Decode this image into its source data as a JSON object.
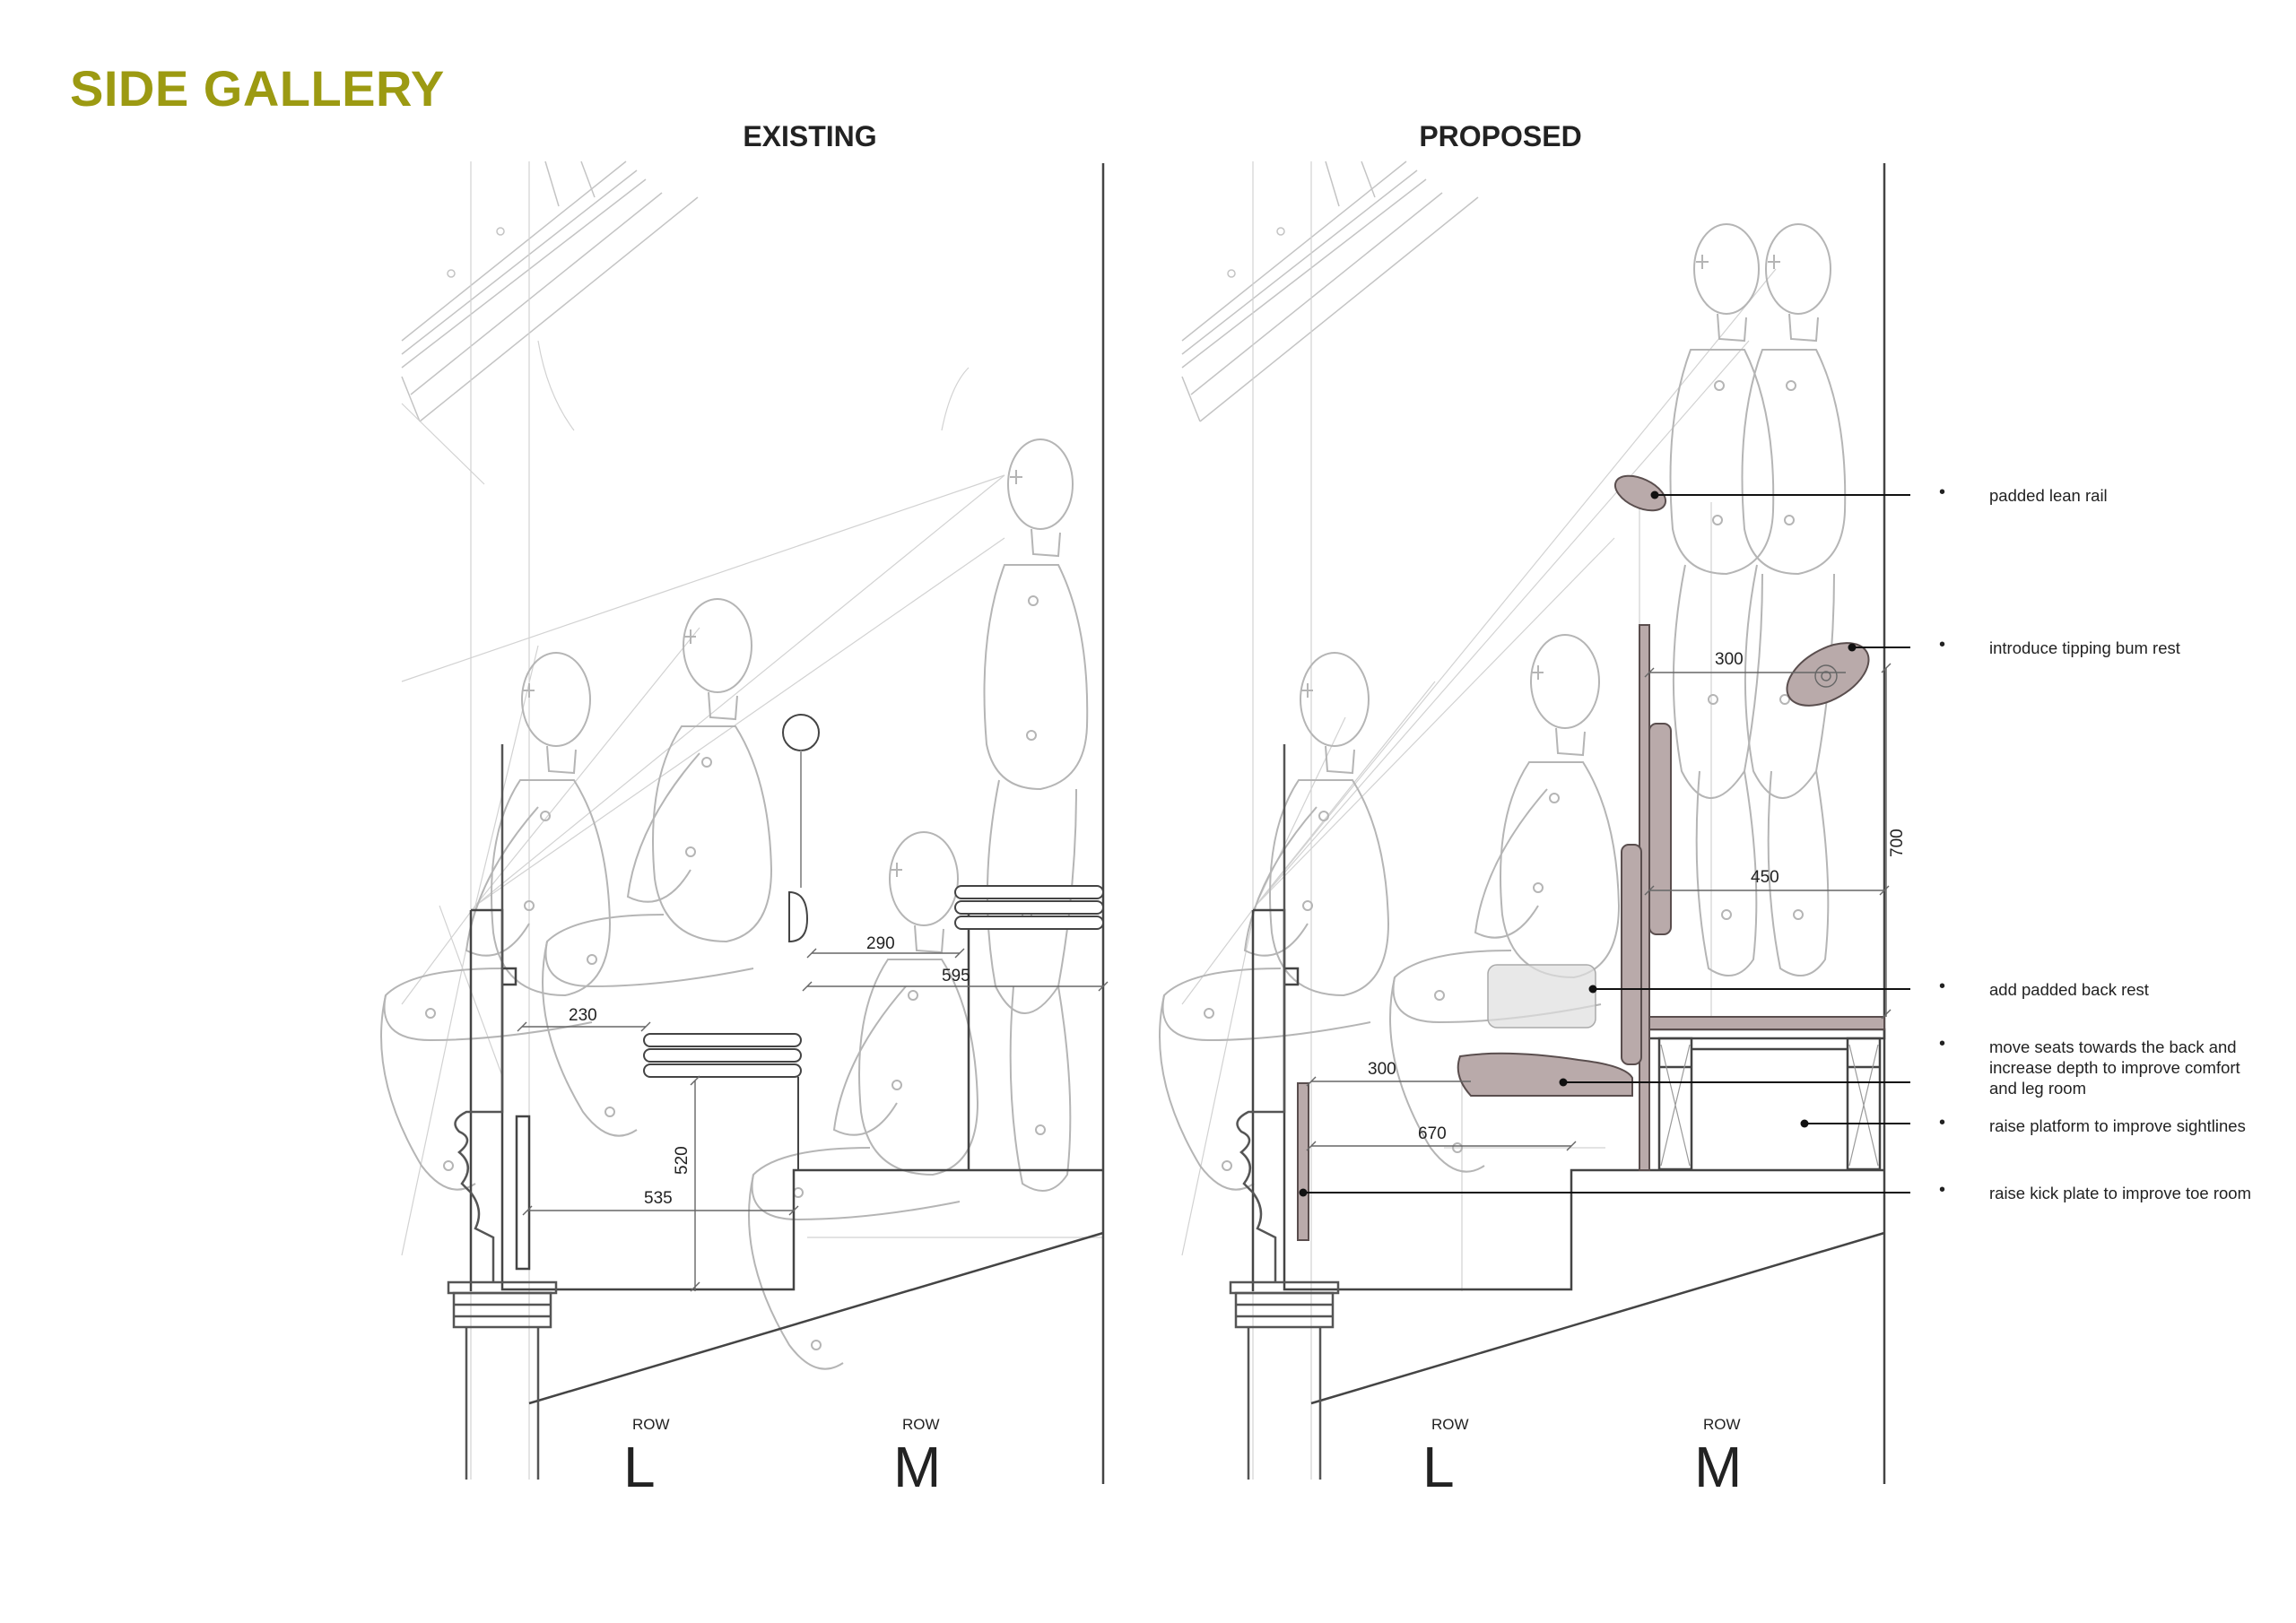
{
  "title": "SIDE GALLERY",
  "colors": {
    "title": "#9c9a12",
    "proposed_element": "#b9aaaa",
    "proposed_element_dark": "#8c7c7c",
    "line": "#9a9a9a",
    "construction": "#cfcfcf"
  },
  "existing": {
    "label": "EXISTING",
    "dims": {
      "d230": "230",
      "d290": "290",
      "d595": "595",
      "d520": "520",
      "d535": "535"
    },
    "rows": [
      {
        "label": "ROW",
        "letter": "L"
      },
      {
        "label": "ROW",
        "letter": "M"
      }
    ]
  },
  "proposed": {
    "label": "PROPOSED",
    "dims": {
      "d300a": "300",
      "d700": "700",
      "d450": "450",
      "d300b": "300",
      "d670": "670"
    },
    "rows": [
      {
        "label": "ROW",
        "letter": "L"
      },
      {
        "label": "ROW",
        "letter": "M"
      }
    ]
  },
  "annotations": [
    {
      "bullet": "•",
      "text": "padded lean rail"
    },
    {
      "bullet": "•",
      "text": "introduce tipping bum rest"
    },
    {
      "bullet": "•",
      "text": "add padded back rest"
    },
    {
      "bullet": "•",
      "text": "move seats towards the back and increase depth to improve comfort and leg room"
    },
    {
      "bullet": "•",
      "text": "raise platform to improve sightlines"
    },
    {
      "bullet": "•",
      "text": "raise kick plate to improve toe room"
    }
  ]
}
